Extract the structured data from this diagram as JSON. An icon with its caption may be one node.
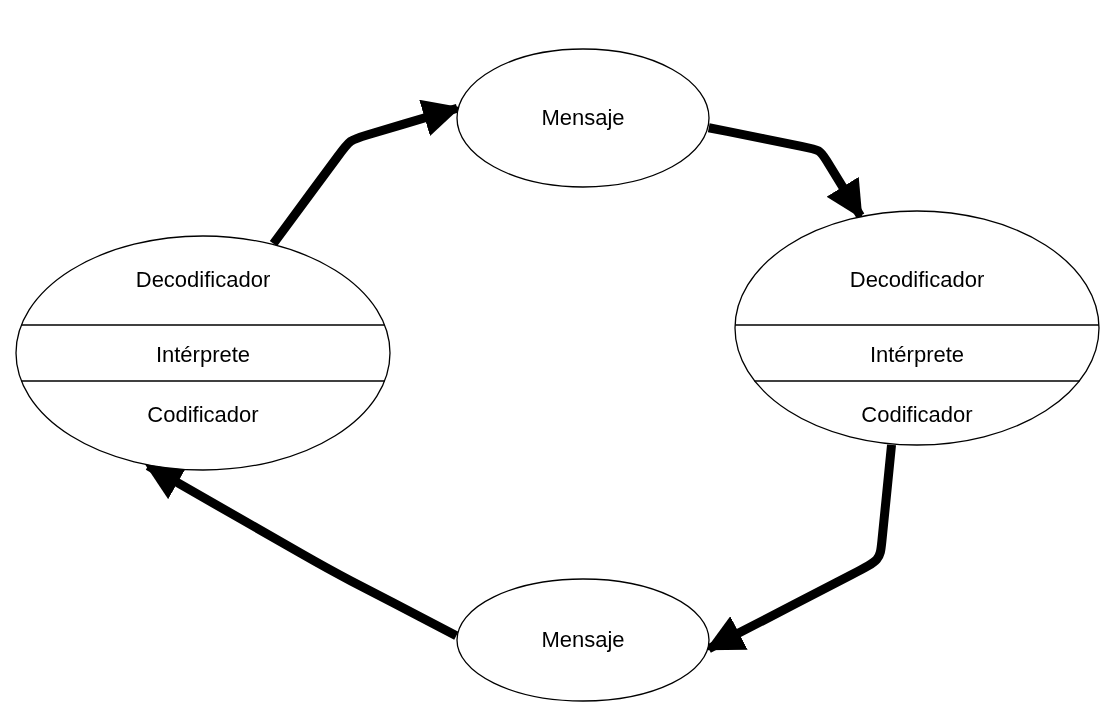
{
  "diagram": {
    "nodes": [
      {
        "text": [
          "Mensaje"
        ]
      },
      {
        "text": [
          "Decodificador",
          "Intérprete",
          "Codificador"
        ]
      },
      {
        "text": [
          "Mensaje"
        ]
      },
      {
        "text": [
          "Decodificador",
          "Intérprete",
          "Codificador"
        ]
      }
    ],
    "edges": [
      {
        "from": 3,
        "to": 0,
        "arrow": "to"
      },
      {
        "from": 0,
        "to": 1,
        "arrow": "to"
      },
      {
        "from": 1,
        "to": 2,
        "arrow": "to"
      },
      {
        "from": 2,
        "to": 3,
        "arrow": "to"
      }
    ]
  }
}
